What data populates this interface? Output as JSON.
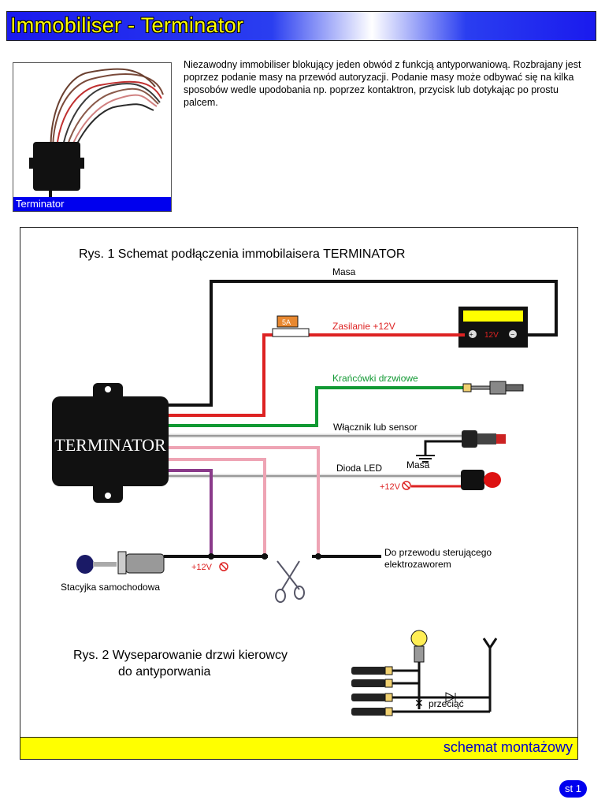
{
  "header": {
    "title": "Immobiliser - Terminator"
  },
  "product": {
    "caption": "Terminator"
  },
  "description": "Niezawodny immobiliser blokujący jeden obwód z funkcją antyporwaniową. Rozbrajany jest poprzez podanie masy na przewód autoryzacji. Podanie masy może odbywać się na kilka sposobów wedle upodobania np. poprzez kontaktron, przycisk lub dotykając po prostu palcem.",
  "figure1": {
    "title": "Rys. 1 Schemat podłączenia immobilaisera TERMINATOR",
    "device_label": "TERMINATOR",
    "labels": {
      "masa_top": "Masa",
      "fuse": "5A",
      "zasilanie": "Zasilanie +12V",
      "battery": "12V",
      "krancowki": "Krańcówki drzwiowe",
      "wlacznik": "Włącznik lub sensor",
      "masa_ground": "Masa",
      "dioda": "Dioda LED",
      "plus12_led": "+12V",
      "do_przewodu_1": "Do przewodu sterującego",
      "do_przewodu_2": "elektrozaworem",
      "plus12_ign": "+12V",
      "stacyjka": "Stacyjka samochodowa"
    }
  },
  "figure2": {
    "title_line1": "Rys. 2 Wyseparowanie drzwi kierowcy",
    "title_line2": "do antyporwania",
    "cut_label": "przeciąć"
  },
  "footer": {
    "text": "schemat montażowy"
  },
  "page": {
    "number": "st 1"
  },
  "colors": {
    "title_bg": "#1a1aee",
    "title_text": "#ffff00",
    "wire_red": "#dd2222",
    "wire_green": "#119933",
    "wire_pink": "#eea4b4",
    "wire_purple": "#8a3a8a",
    "wire_black": "#111111",
    "footer_bg": "#ffff00",
    "footer_text": "#0000cc"
  }
}
